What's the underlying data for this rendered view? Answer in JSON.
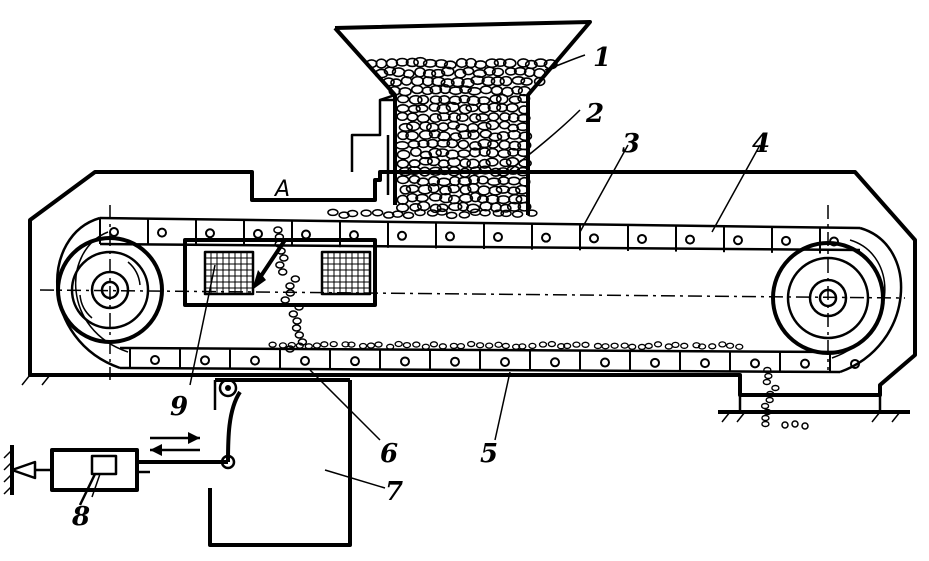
{
  "labels": [
    {
      "text": "1",
      "name": "label-1-hopper"
    },
    {
      "text": "2",
      "name": "label-2-material"
    },
    {
      "text": "3",
      "name": "label-3-upper-belt"
    },
    {
      "text": "4",
      "name": "label-4-slat"
    },
    {
      "text": "5",
      "name": "label-5-lower-belt"
    },
    {
      "text": "6",
      "name": "label-6-lever"
    },
    {
      "text": "7",
      "name": "label-7-chute-box"
    },
    {
      "text": "8",
      "name": "label-8-drive"
    },
    {
      "text": "9",
      "name": "label-9-grate"
    }
  ],
  "section_label": "A"
}
